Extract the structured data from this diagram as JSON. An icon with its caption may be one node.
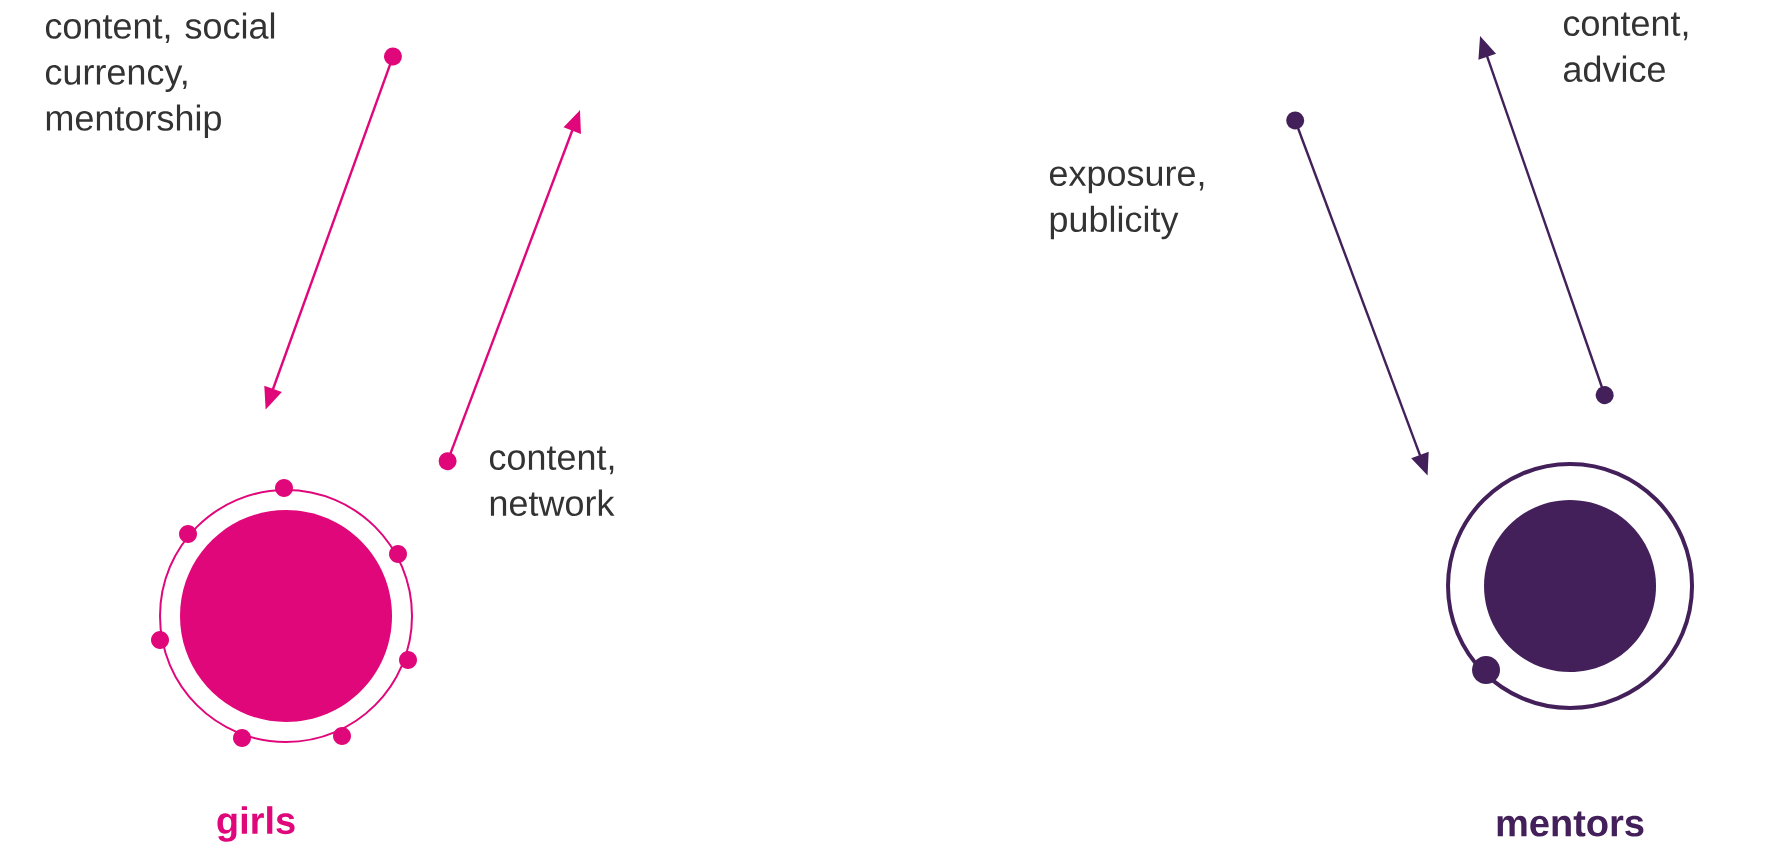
{
  "diagram": {
    "nodes": [
      {
        "text": [
          "girls"
        ]
      },
      {
        "text": [
          "mentors"
        ]
      }
    ],
    "edges": [
      {
        "from": null,
        "to": 0,
        "arrow": "to",
        "label": "content, social currency, mentorship",
        "color": "#e0077a"
      },
      {
        "from": 0,
        "to": null,
        "arrow": "to",
        "label": "content, network",
        "color": "#e0077a"
      },
      {
        "from": null,
        "to": 1,
        "arrow": "to",
        "label": "exposure, publicity",
        "color": "#43205a"
      },
      {
        "from": 1,
        "to": null,
        "arrow": "to",
        "label": "content, advice",
        "color": "#43205a"
      }
    ]
  }
}
